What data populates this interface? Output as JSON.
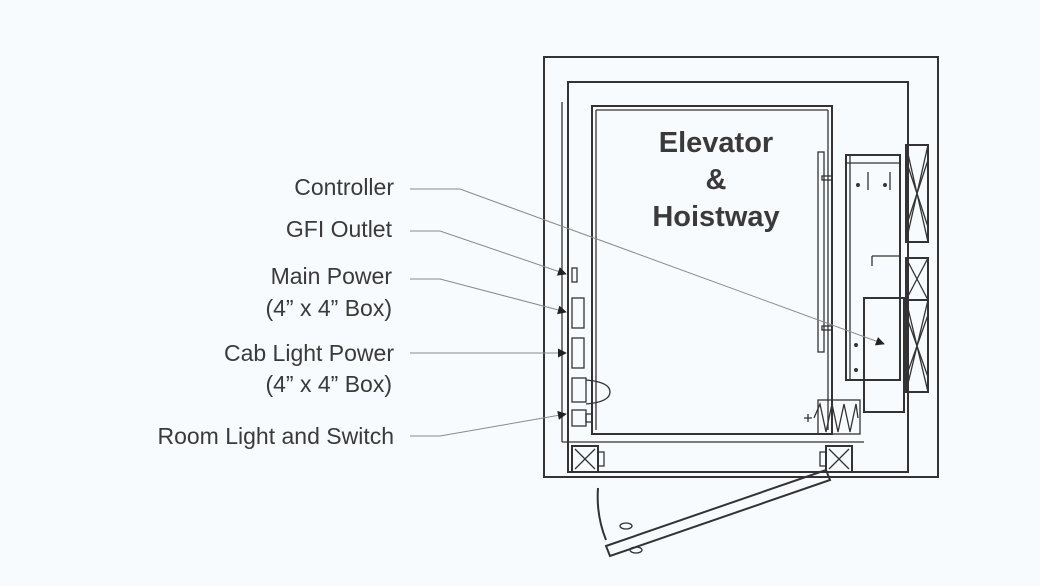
{
  "title": {
    "line1": "Elevator",
    "line2": "&",
    "line3": "Hoistway"
  },
  "labels": {
    "controller": "Controller",
    "gfi_outlet": "GFI Outlet",
    "main_power": "Main Power",
    "main_power_box": "(4” x 4” Box)",
    "cab_light_power": "Cab Light Power",
    "cab_light_power_box": "(4” x 4” Box)",
    "room_light_switch": "Room Light and Switch"
  },
  "colors": {
    "background": "#f7fbfd",
    "line": "#333333",
    "text": "#3a3a3a",
    "leader": "#8a8a8a"
  }
}
